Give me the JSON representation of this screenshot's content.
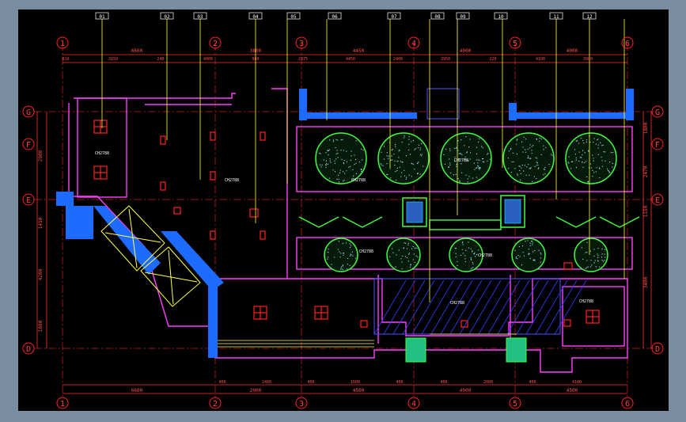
{
  "grid_top": [
    "1",
    "2",
    "3",
    "4",
    "5",
    "6"
  ],
  "grid_bottom": [
    "1",
    "2",
    "3",
    "4",
    "5",
    "6"
  ],
  "grid_left": [
    "G",
    "F",
    "E",
    "D"
  ],
  "grid_right": [
    "G",
    "F",
    "E",
    "D"
  ],
  "dim_top_main": [
    "6600",
    "3800",
    "4450",
    "4000",
    "4000"
  ],
  "dim_top_sub": [
    "810",
    "3150",
    "240",
    "4000",
    "900",
    "2375",
    "4450",
    "2400",
    "3950",
    "220",
    "4100",
    "3900"
  ],
  "dim_bottom_main": [
    "6600",
    "2000",
    "4500",
    "4000",
    "4500"
  ],
  "dim_bottom_sub": [
    "400",
    "2400",
    "400",
    "1600",
    "400",
    "400",
    "2000",
    "400",
    "4100"
  ],
  "dim_left": [
    "2900",
    "1450",
    "4200",
    "1800"
  ],
  "dim_right": [
    "1800",
    "2470",
    "1150",
    "3400"
  ],
  "room_labels": [
    "CH2788",
    "CH2788",
    "CH2788",
    "CH2788",
    "CH2788",
    "CH2788",
    "CH2788",
    "CH2788"
  ],
  "tags": [
    "01",
    "02",
    "03",
    "04",
    "05",
    "06",
    "07",
    "08",
    "09",
    "10",
    "11",
    "12"
  ],
  "colors": {
    "background": "#000000",
    "frame": "#7a8da0",
    "grid": "#ff2020",
    "wall": "#ff40ff",
    "cyan": "#00c8ff",
    "blue": "#1e6cff",
    "yellow": "#ffff40",
    "green": "#20ff20",
    "white": "#ffffff"
  }
}
